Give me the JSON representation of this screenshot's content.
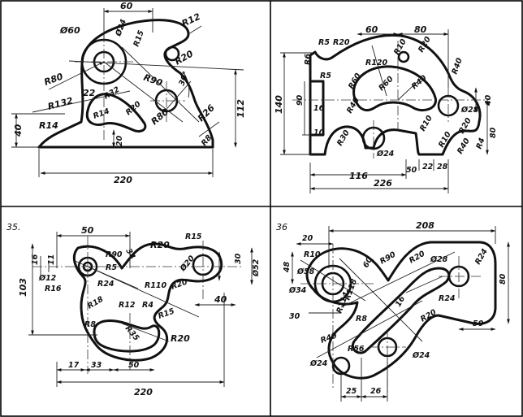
{
  "drawings": [
    {
      "id": "top-left",
      "labels": [
        "60",
        "Ø60",
        "R12",
        "Ø24",
        "R15",
        "R80",
        "R20",
        "R90",
        "22",
        "R132",
        "R32",
        "R14",
        "R20",
        "R80",
        "30°",
        "R26",
        "40",
        "R14",
        "20",
        "R8",
        "220",
        "112"
      ]
    },
    {
      "id": "top-right",
      "labels": [
        "R5",
        "R20",
        "60",
        "80",
        "R120",
        "R10",
        "R40",
        "R20",
        "R60",
        "R40",
        "Ø28",
        "40",
        "80",
        "R10",
        "R20",
        "R40",
        "R4",
        "R10",
        "R6",
        "R60",
        "R40",
        "R30",
        "Ø24",
        "140",
        "90",
        "R5",
        "16",
        "10",
        "116",
        "50",
        "22",
        "28",
        "226"
      ]
    },
    {
      "id": "bottom-left",
      "number": "35.",
      "labels": [
        "50",
        "R90",
        "34",
        "R20",
        "R15",
        "16",
        "11",
        "Ø12",
        "R5",
        "R16",
        "R24",
        "R110",
        "Ø20",
        "R20",
        "30",
        "Ø52",
        "103",
        "40",
        "R18",
        "R12",
        "R4",
        "R15",
        "R8",
        "R35",
        "R20",
        "17",
        "33",
        "50",
        "220"
      ]
    },
    {
      "id": "bottom-right",
      "number": "36",
      "labels": [
        "208",
        "20",
        "R10",
        "48",
        "Ø58",
        "Ø34",
        "60",
        "R90",
        "R20",
        "Ø28",
        "R24",
        "R118",
        "16",
        "R24",
        "R114",
        "R8",
        "R20",
        "R40",
        "R56",
        "Ø24",
        "Ø24",
        "25",
        "26",
        "50",
        "80",
        "30"
      ]
    }
  ]
}
